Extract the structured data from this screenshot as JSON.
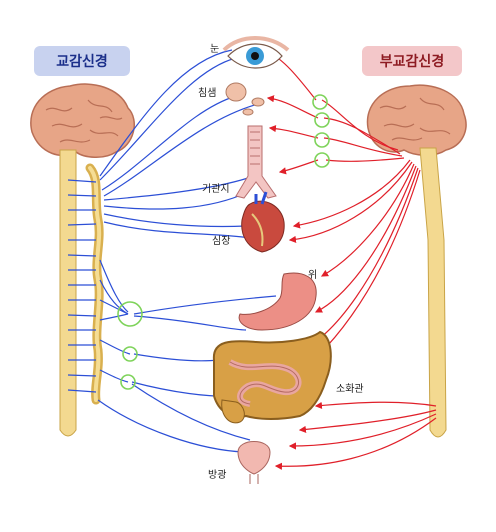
{
  "titles": {
    "sympathetic": "교감신경",
    "parasympathetic": "부교감신경"
  },
  "organs": {
    "eye": "눈",
    "salivary_gland": "침샘",
    "bronchi": "기관지",
    "heart": "심장",
    "stomach": "위",
    "small_intestine": "소화관",
    "bladder": "방광"
  },
  "colors": {
    "sympathetic_nerve": "#2c4fd6",
    "parasympathetic_nerve": "#e0202a",
    "ganglion_ring": "#7ed35a",
    "sympathetic_box_bg": "#c8d2ef",
    "sympathetic_box_text": "#1b2f8a",
    "parasympathetic_box_bg": "#f3c7c9",
    "parasympathetic_box_text": "#8e1c23",
    "brain": "#e7a587",
    "spinal_cord": "#f3d990"
  }
}
